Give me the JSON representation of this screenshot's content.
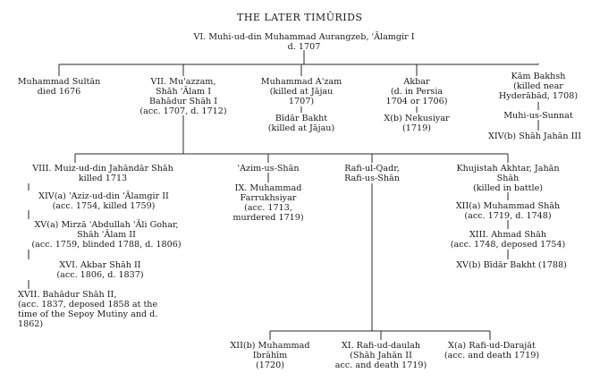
{
  "title": "THE LATER TIMŪRIDS",
  "root": [
    "VI. Muhi-ud-din Muhammad Aurangzeb, 'Ālamgir I",
    "d. 1707"
  ],
  "gen1": {
    "sultan": [
      "Muhammad Sultān",
      "died 1676"
    ],
    "muazzam": [
      "VII. Mu'azzam,",
      "Shāh 'Ālam I",
      "Bahādur Shāh I",
      "(acc. 1707, d. 1712)"
    ],
    "azam": [
      "Muhammad A'zam",
      "(killed at Jājau",
      "1707)"
    ],
    "bidar1": [
      "Bīdār Bakht",
      "(killed at Jājau)"
    ],
    "akbar": [
      "Akbar",
      "(d. in Persia",
      "1704 or 1706)"
    ],
    "nekusiyar": [
      "X(b) Nekusiyar",
      "(1719)"
    ],
    "kam": [
      "Kām Bakhsh",
      "(killed near",
      "Hyderābād, 1708)"
    ],
    "muhisunnat": [
      "Muhi-us-Sunnat"
    ],
    "shahjahan3": [
      "XIV(b) Shāh Jahān III"
    ]
  },
  "gen2": {
    "jahandar": [
      "VIII. Muiz-ud-din Jahāndār Shāh",
      "killed 1713"
    ],
    "alamgir2": [
      "XIV(a) 'Aziz-ud-din 'Ālamgir II",
      "(acc. 1754, killed 1759)"
    ],
    "shahalam2": [
      "XV(a) Mirzā 'Abdullah 'Āli Gohar,",
      "Shāh 'Ālam II",
      "(acc. 1759, blinded 1788, d. 1806)"
    ],
    "akbar2": [
      "XVI. Akbar Shāh II",
      "(acc. 1806, d. 1837)"
    ],
    "bahadur2": [
      "XVII. Bahādur Shāh II,",
      "(acc. 1837, deposed 1858 at the",
      "time of the Sepoy Mutiny and d.",
      "1862)"
    ],
    "azimushan": [
      "'Azim-us-Shān"
    ],
    "farrukhsiyar": [
      "IX. Muhammad",
      "Farrukhsiyar",
      "(acc. 1713,",
      "murdered 1719)"
    ],
    "rafiulqadr": [
      "Rafi-ul-Qadr,",
      "Rafi-us-Shān"
    ],
    "khujistah": [
      "Khujistah Akhtar, Jahān",
      "Shāh",
      "(killed in battle)"
    ],
    "muhammadshah": [
      "XII(a) Muhammad Shāh",
      "(acc. 1719, d. 1748)"
    ],
    "ahmadshah": [
      "XIII. Ahmad Shāh",
      "(acc. 1748, deposed 1754)"
    ],
    "bidar2": [
      "XV(b) Bīdār Bakht (1788)"
    ]
  },
  "gen3": {
    "ibrahim": [
      "XII(b) Muhammad",
      "Ibrāhīm",
      "(1720)"
    ],
    "rafiuddaulah": [
      "XI. Rafi-ud-daulah",
      "(Shāh Jahān II",
      "acc. and death 1719)"
    ],
    "rafiuddarajat": [
      "X(a) Rafi-ud-Darajāt",
      "(acc. and death 1719)"
    ]
  }
}
